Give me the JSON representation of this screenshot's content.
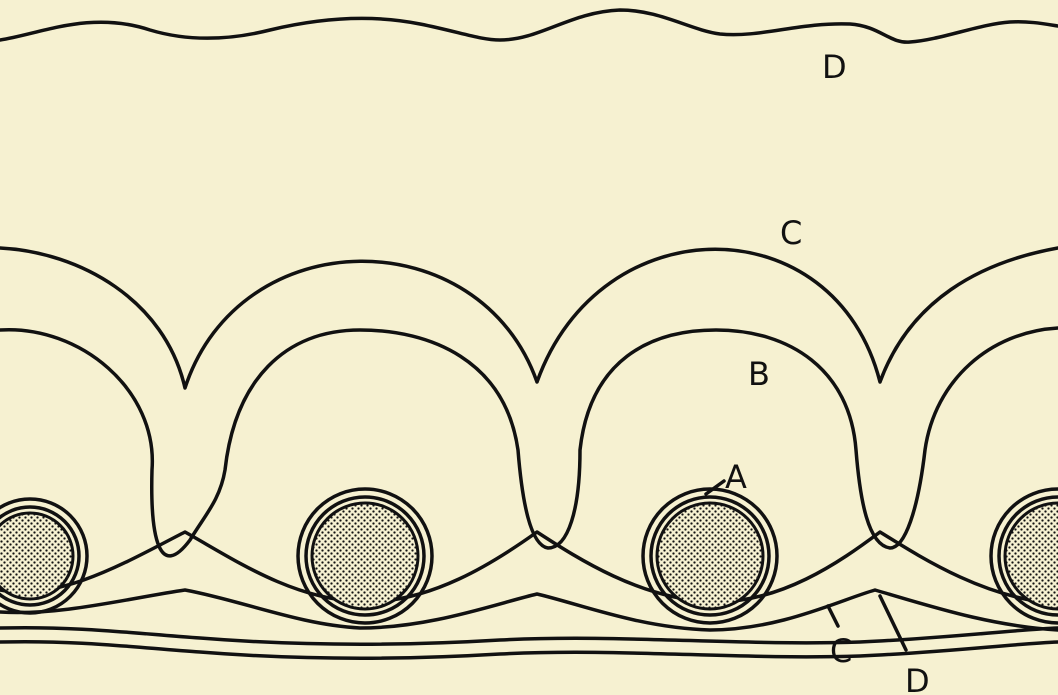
{
  "diagram": {
    "colors": {
      "background": "#f6f1d1",
      "ink": "#111111"
    },
    "labels": {
      "a": "A",
      "b": "B",
      "c_top": "C",
      "c_bottom": "C",
      "d_top": "D",
      "d_bottom": "D"
    }
  }
}
